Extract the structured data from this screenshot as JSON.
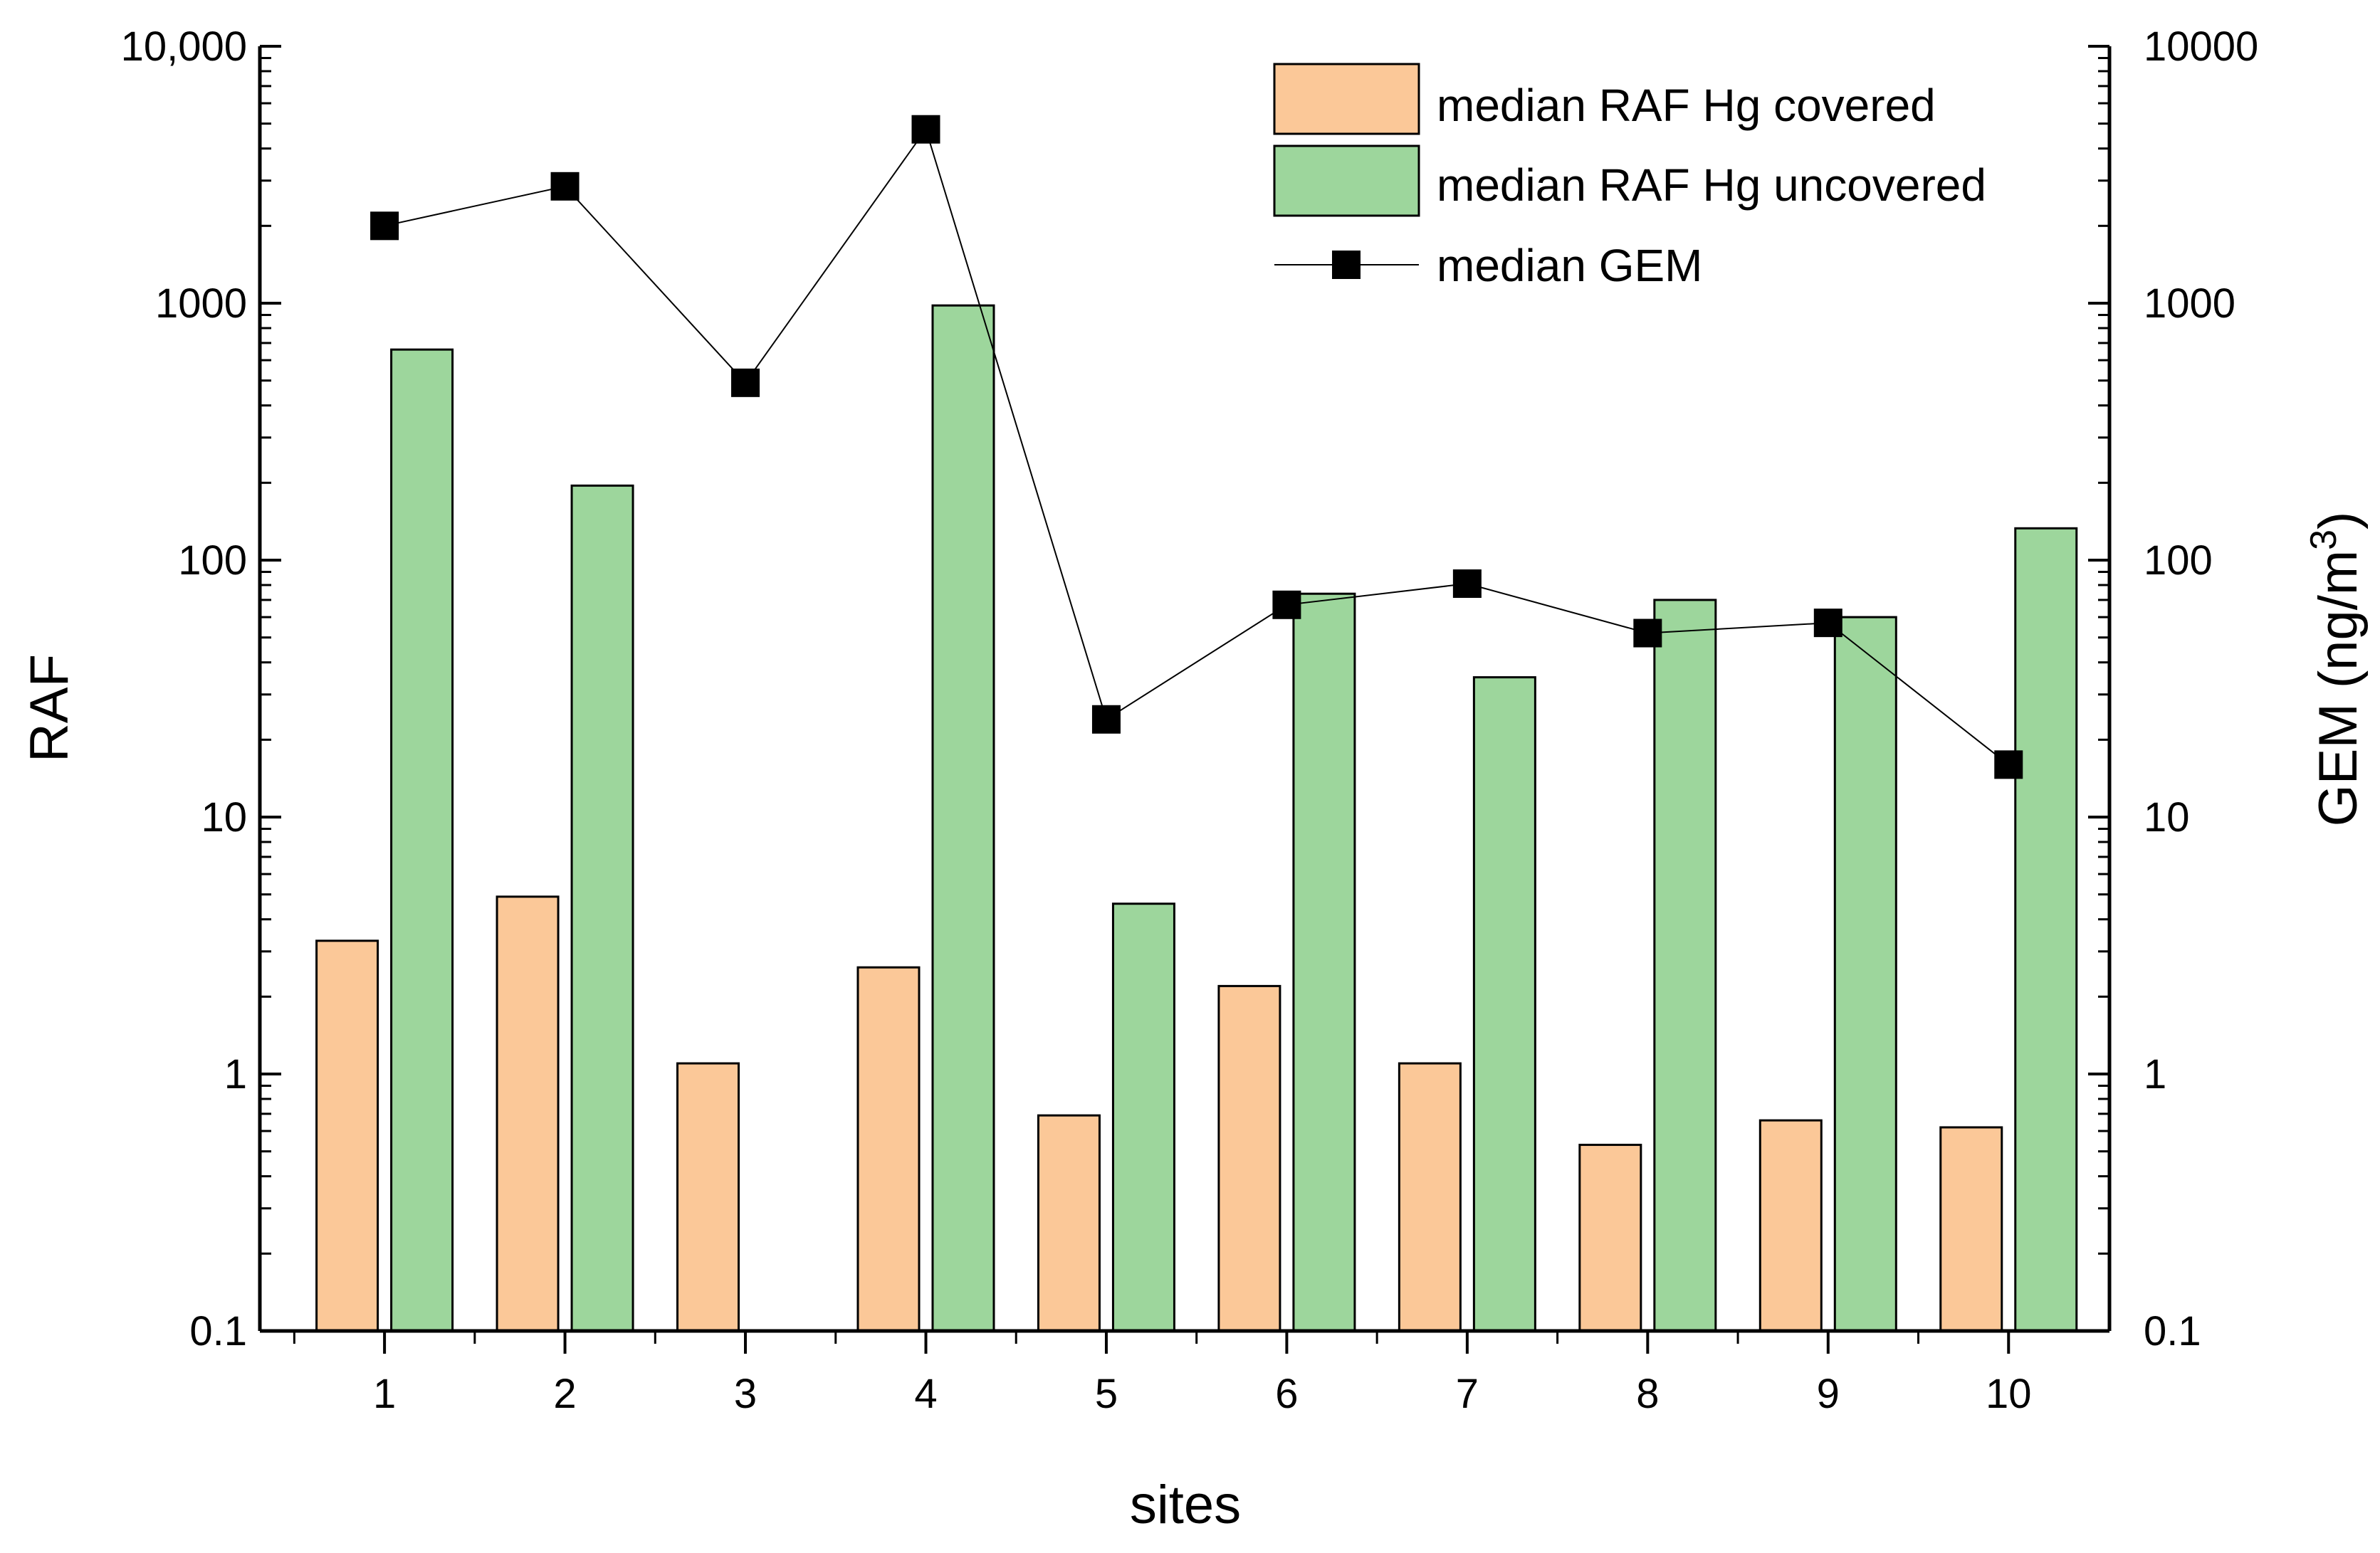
{
  "chart_data": {
    "type": "bar",
    "categories": [
      "1",
      "2",
      "3",
      "4",
      "5",
      "6",
      "7",
      "8",
      "9",
      "10"
    ],
    "series": [
      {
        "name": "median RAF Hg covered",
        "axis": "left",
        "kind": "bar",
        "color": "#FBC898",
        "values": [
          3.3,
          4.9,
          1.1,
          2.6,
          0.69,
          2.2,
          1.1,
          0.53,
          0.66,
          0.62
        ]
      },
      {
        "name": "median RAF Hg uncovered",
        "axis": "left",
        "kind": "bar",
        "color": "#9DD69C",
        "values": [
          660,
          195,
          null,
          980,
          4.6,
          74,
          35,
          70,
          60,
          133
        ]
      },
      {
        "name": "median GEM",
        "axis": "right",
        "kind": "line",
        "color": "#000000",
        "marker": "square",
        "values": [
          2000,
          2850,
          490,
          4750,
          24,
          67,
          81,
          52,
          57,
          16
        ]
      }
    ],
    "xlabel": "sites",
    "ylabel": "RAF",
    "y2label_main": "GEM (ng/m",
    "y2label_sup": "3",
    "y2label_close": ")",
    "yscale": "log",
    "ylim": [
      0.1,
      10000
    ],
    "y2lim": [
      0.1,
      10000
    ],
    "yticks": [
      "0.1",
      "1",
      "10",
      "100",
      "1000",
      "10,000"
    ],
    "y2ticks": [
      "0.1",
      "1",
      "10",
      "100",
      "1000",
      "10000"
    ],
    "grid": false,
    "legend_position": "top-right"
  }
}
